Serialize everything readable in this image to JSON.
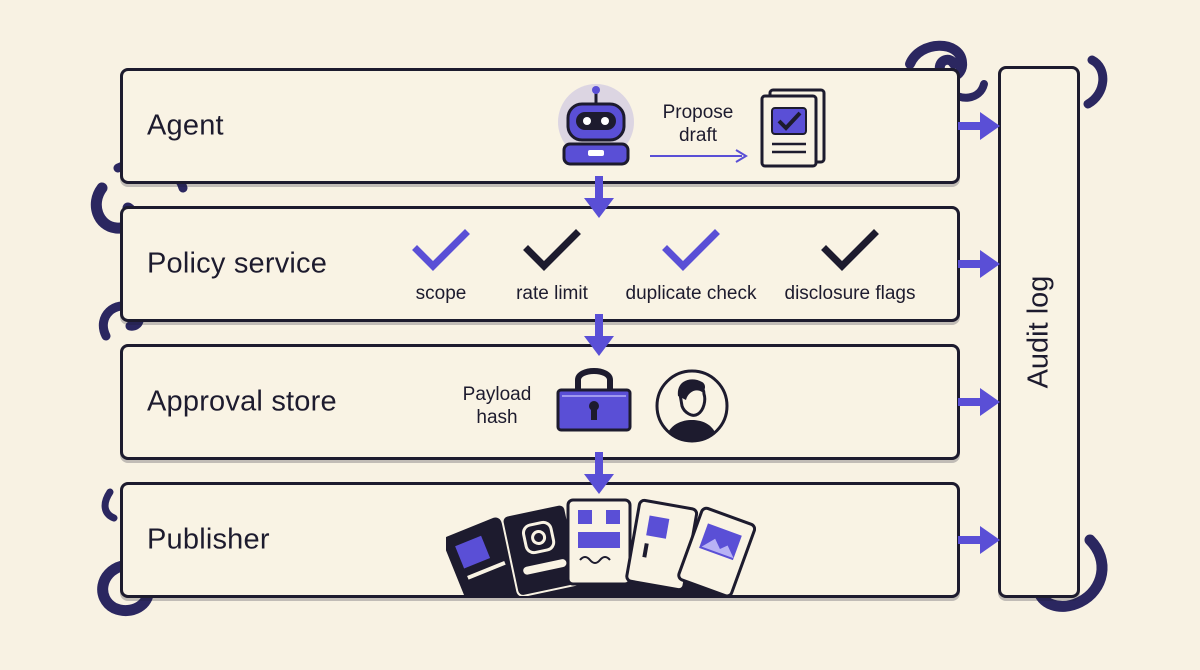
{
  "lanes": {
    "agent": {
      "title": "Agent",
      "propose_label": "Propose draft"
    },
    "policy": {
      "title": "Policy service",
      "checks": [
        {
          "label": "scope",
          "color": "#5a4fd6"
        },
        {
          "label": "rate limit",
          "color": "#1d1b2e"
        },
        {
          "label": "duplicate check",
          "color": "#5a4fd6"
        },
        {
          "label": "disclosure flags",
          "color": "#1d1b2e"
        }
      ]
    },
    "approval": {
      "title": "Approval store",
      "payload_label": "Payload hash"
    },
    "publisher": {
      "title": "Publisher"
    }
  },
  "audit": {
    "title": "Audit log"
  },
  "colors": {
    "accent": "#5a4fd6",
    "ink": "#1d1b2e",
    "background": "#f8f2e3"
  }
}
